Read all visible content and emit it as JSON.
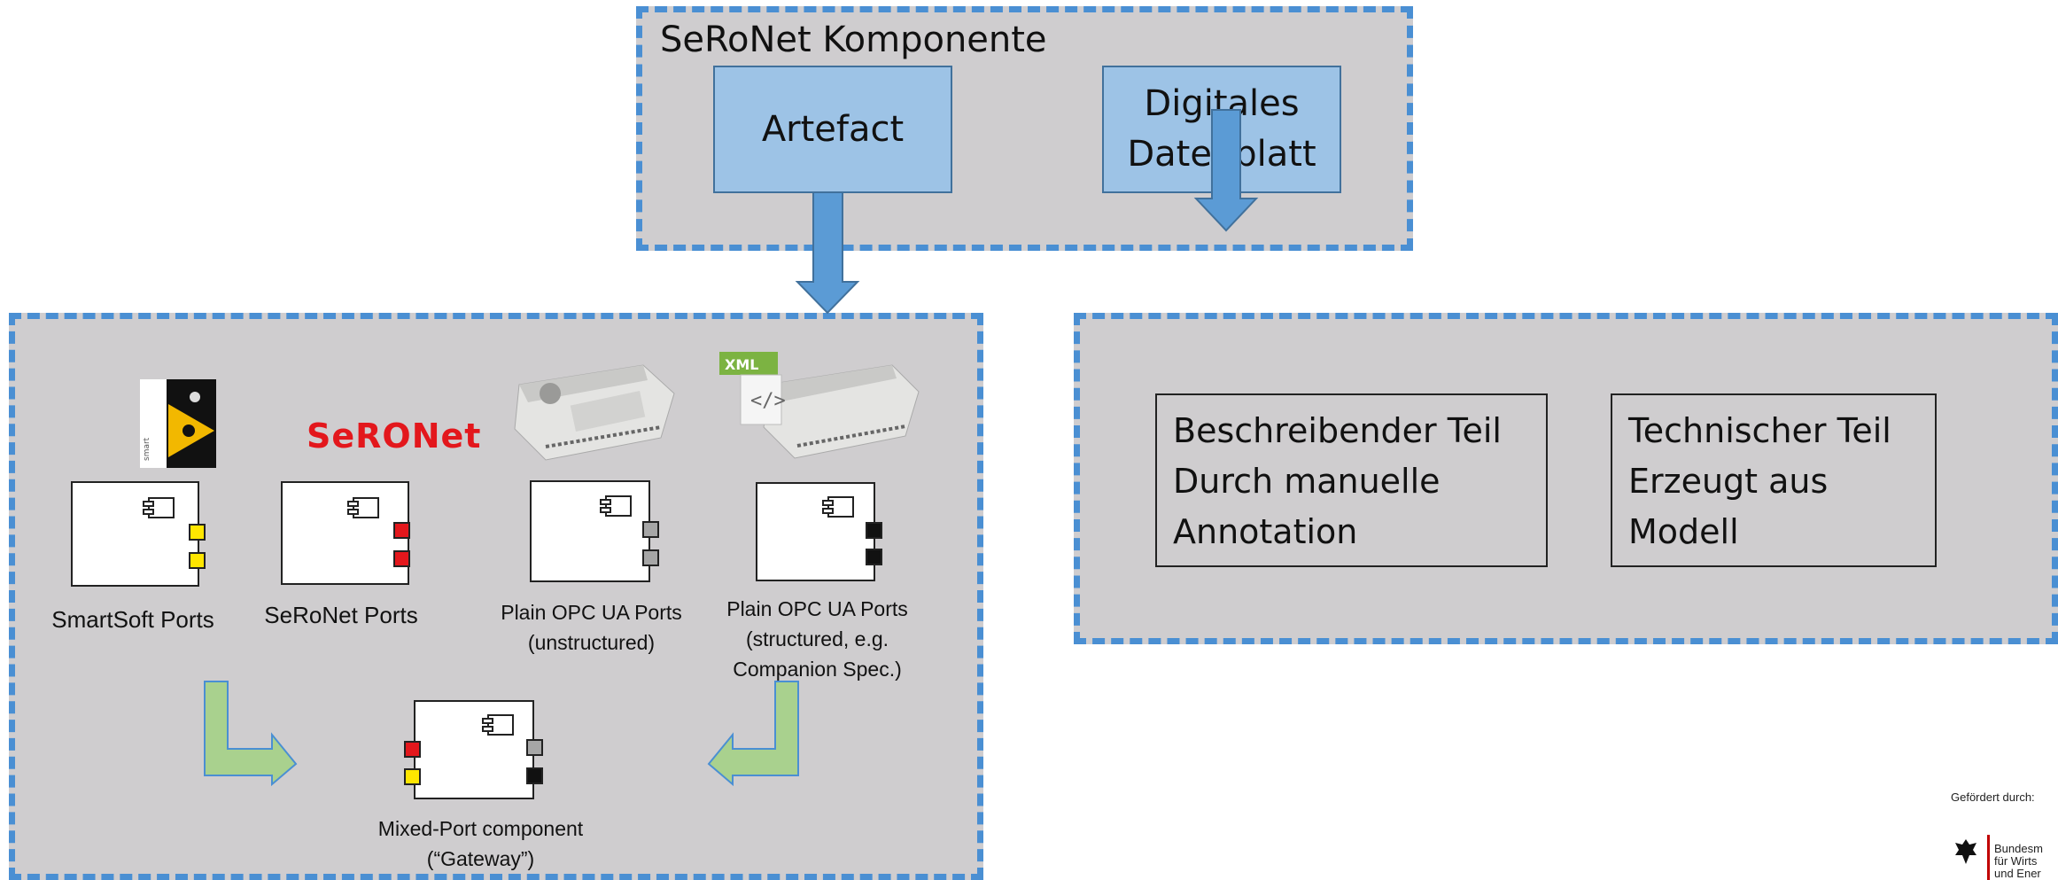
{
  "top_box": {
    "title": "SeRoNet Komponente",
    "artefact_label": "Artefact",
    "datasheet_label": "Digitales\nDatenblatt"
  },
  "port_panel": {
    "items": [
      {
        "label": "SmartSoft Ports",
        "port_color": "#ffe600"
      },
      {
        "label": "SeRoNet Ports",
        "port_color": "#e3171c",
        "logo_text": "SeRONet"
      },
      {
        "label": "Plain OPC UA Ports\n(unstructured)",
        "port_color": "#a6a6a6"
      },
      {
        "label": "Plain OPC UA Ports\n(structured, e.g.\nCompanion Spec.)",
        "port_color": "#111111",
        "badge_text": "XML"
      }
    ],
    "gateway_label": "Mixed-Port component\n(“Gateway”)"
  },
  "datasheet_panel": {
    "left_text": "Beschreibender Teil\nDurch manuelle\nAnnotation",
    "right_text": "Technischer Teil\nErzeugt aus\nModell"
  },
  "footer": {
    "funded_by": "Gefördert durch:",
    "ministry": "Bundesm\nfür Wirts\nund Ener"
  },
  "colors": {
    "panel_bg": "#cfcdcf",
    "dashed_border": "#4a8fd3",
    "blue_box": "#9dc3e6",
    "arrow_blue": "#5b9bd5",
    "arrow_green": "#a9d18e"
  }
}
